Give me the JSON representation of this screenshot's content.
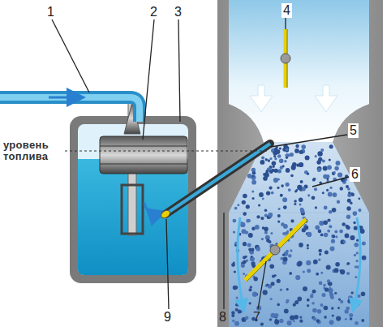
{
  "diagram": {
    "labels": [
      "1",
      "2",
      "3",
      "4",
      "5",
      "6",
      "7",
      "8",
      "9",
      "уровень топлива"
    ]
  }
}
